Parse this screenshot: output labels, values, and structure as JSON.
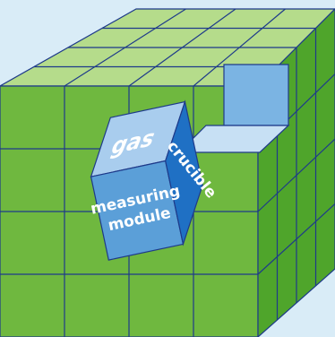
{
  "colors": {
    "background": "#d9ecf7",
    "front_face": "#6fb83f",
    "top_face": "#b5dc8b",
    "right_face": "#4fa52b",
    "grid_lines": "#1e3a8a",
    "module_front": "#5b9fd8",
    "module_top": "#a9cdee",
    "module_side": "#1f70c4",
    "recess_back": "#7bb4e3",
    "recess_floor": "#c7e0f4",
    "label_text": "#ffffff"
  },
  "module": {
    "top_label": "gas",
    "side_label": "crucible",
    "front_label_line1": "measuring",
    "front_label_line2": "module"
  }
}
